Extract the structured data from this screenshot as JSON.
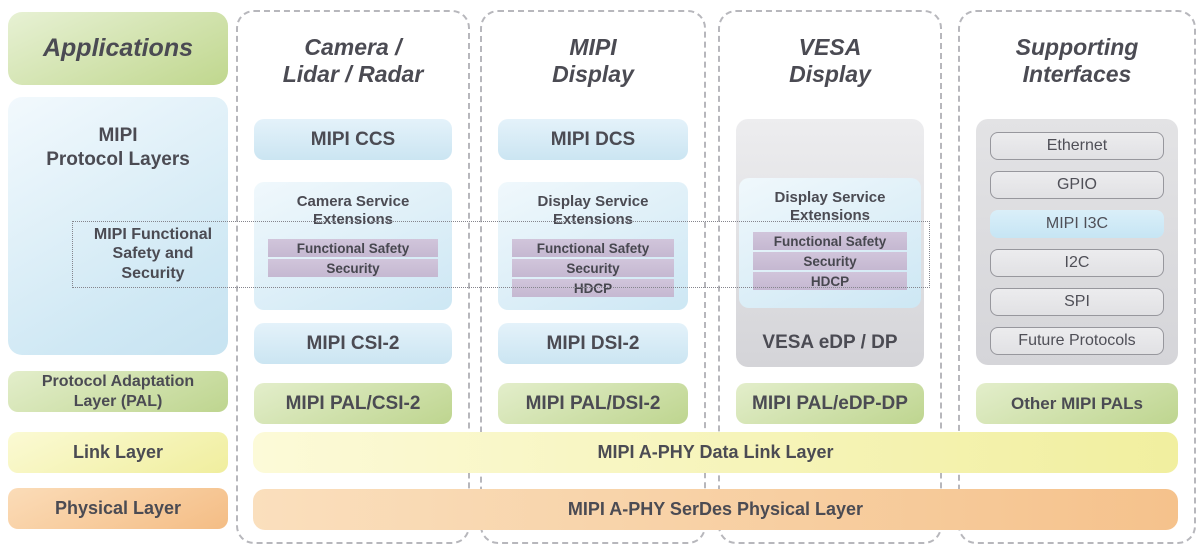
{
  "left_column": {
    "applications": "Applications",
    "protocol_layers": "MIPI\nProtocol Layers",
    "functional_safety": "MIPI Functional\nSafety and\nSecurity",
    "pal": "Protocol Adaptation\nLayer (PAL)",
    "link": "Link Layer",
    "physical": "Physical Layer"
  },
  "columns": [
    {
      "title": "Camera /\nLidar / Radar",
      "top_box": "MIPI CCS",
      "service": {
        "title": "Camera Service\nExtensions",
        "features": [
          "Functional Safety",
          "Security"
        ]
      },
      "protocol": "MIPI CSI-2",
      "pal": "MIPI PAL/CSI-2"
    },
    {
      "title": "MIPI\nDisplay",
      "top_box": "MIPI DCS",
      "service": {
        "title": "Display Service\nExtensions",
        "features": [
          "Functional Safety",
          "Security",
          "HDCP"
        ]
      },
      "protocol": "MIPI DSI-2",
      "pal": "MIPI PAL/DSI-2"
    },
    {
      "title": "VESA\nDisplay",
      "service": {
        "title": "Display Service\nExtensions",
        "features": [
          "Functional Safety",
          "Security",
          "HDCP"
        ]
      },
      "protocol": "VESA eDP / DP",
      "pal": "MIPI PAL/eDP-DP"
    },
    {
      "title": "Supporting\nInterfaces",
      "interfaces": [
        "Ethernet",
        "GPIO",
        "MIPI I3C",
        "I2C",
        "SPI",
        "Future Protocols"
      ],
      "pal": "Other MIPI PALs"
    }
  ],
  "spanning_rows": {
    "data_link": "MIPI A-PHY Data Link Layer",
    "physical": "MIPI A-PHY SerDes Physical Layer"
  },
  "colors": {
    "accent_blue": "#cde7f4",
    "accent_green": "#c5d996",
    "accent_yellow": "#f2f0a2",
    "accent_orange": "#f5c18b",
    "accent_purple": "#cbbed8",
    "neutral_gray": "#d8d8dc",
    "text": "#4b4b53"
  }
}
